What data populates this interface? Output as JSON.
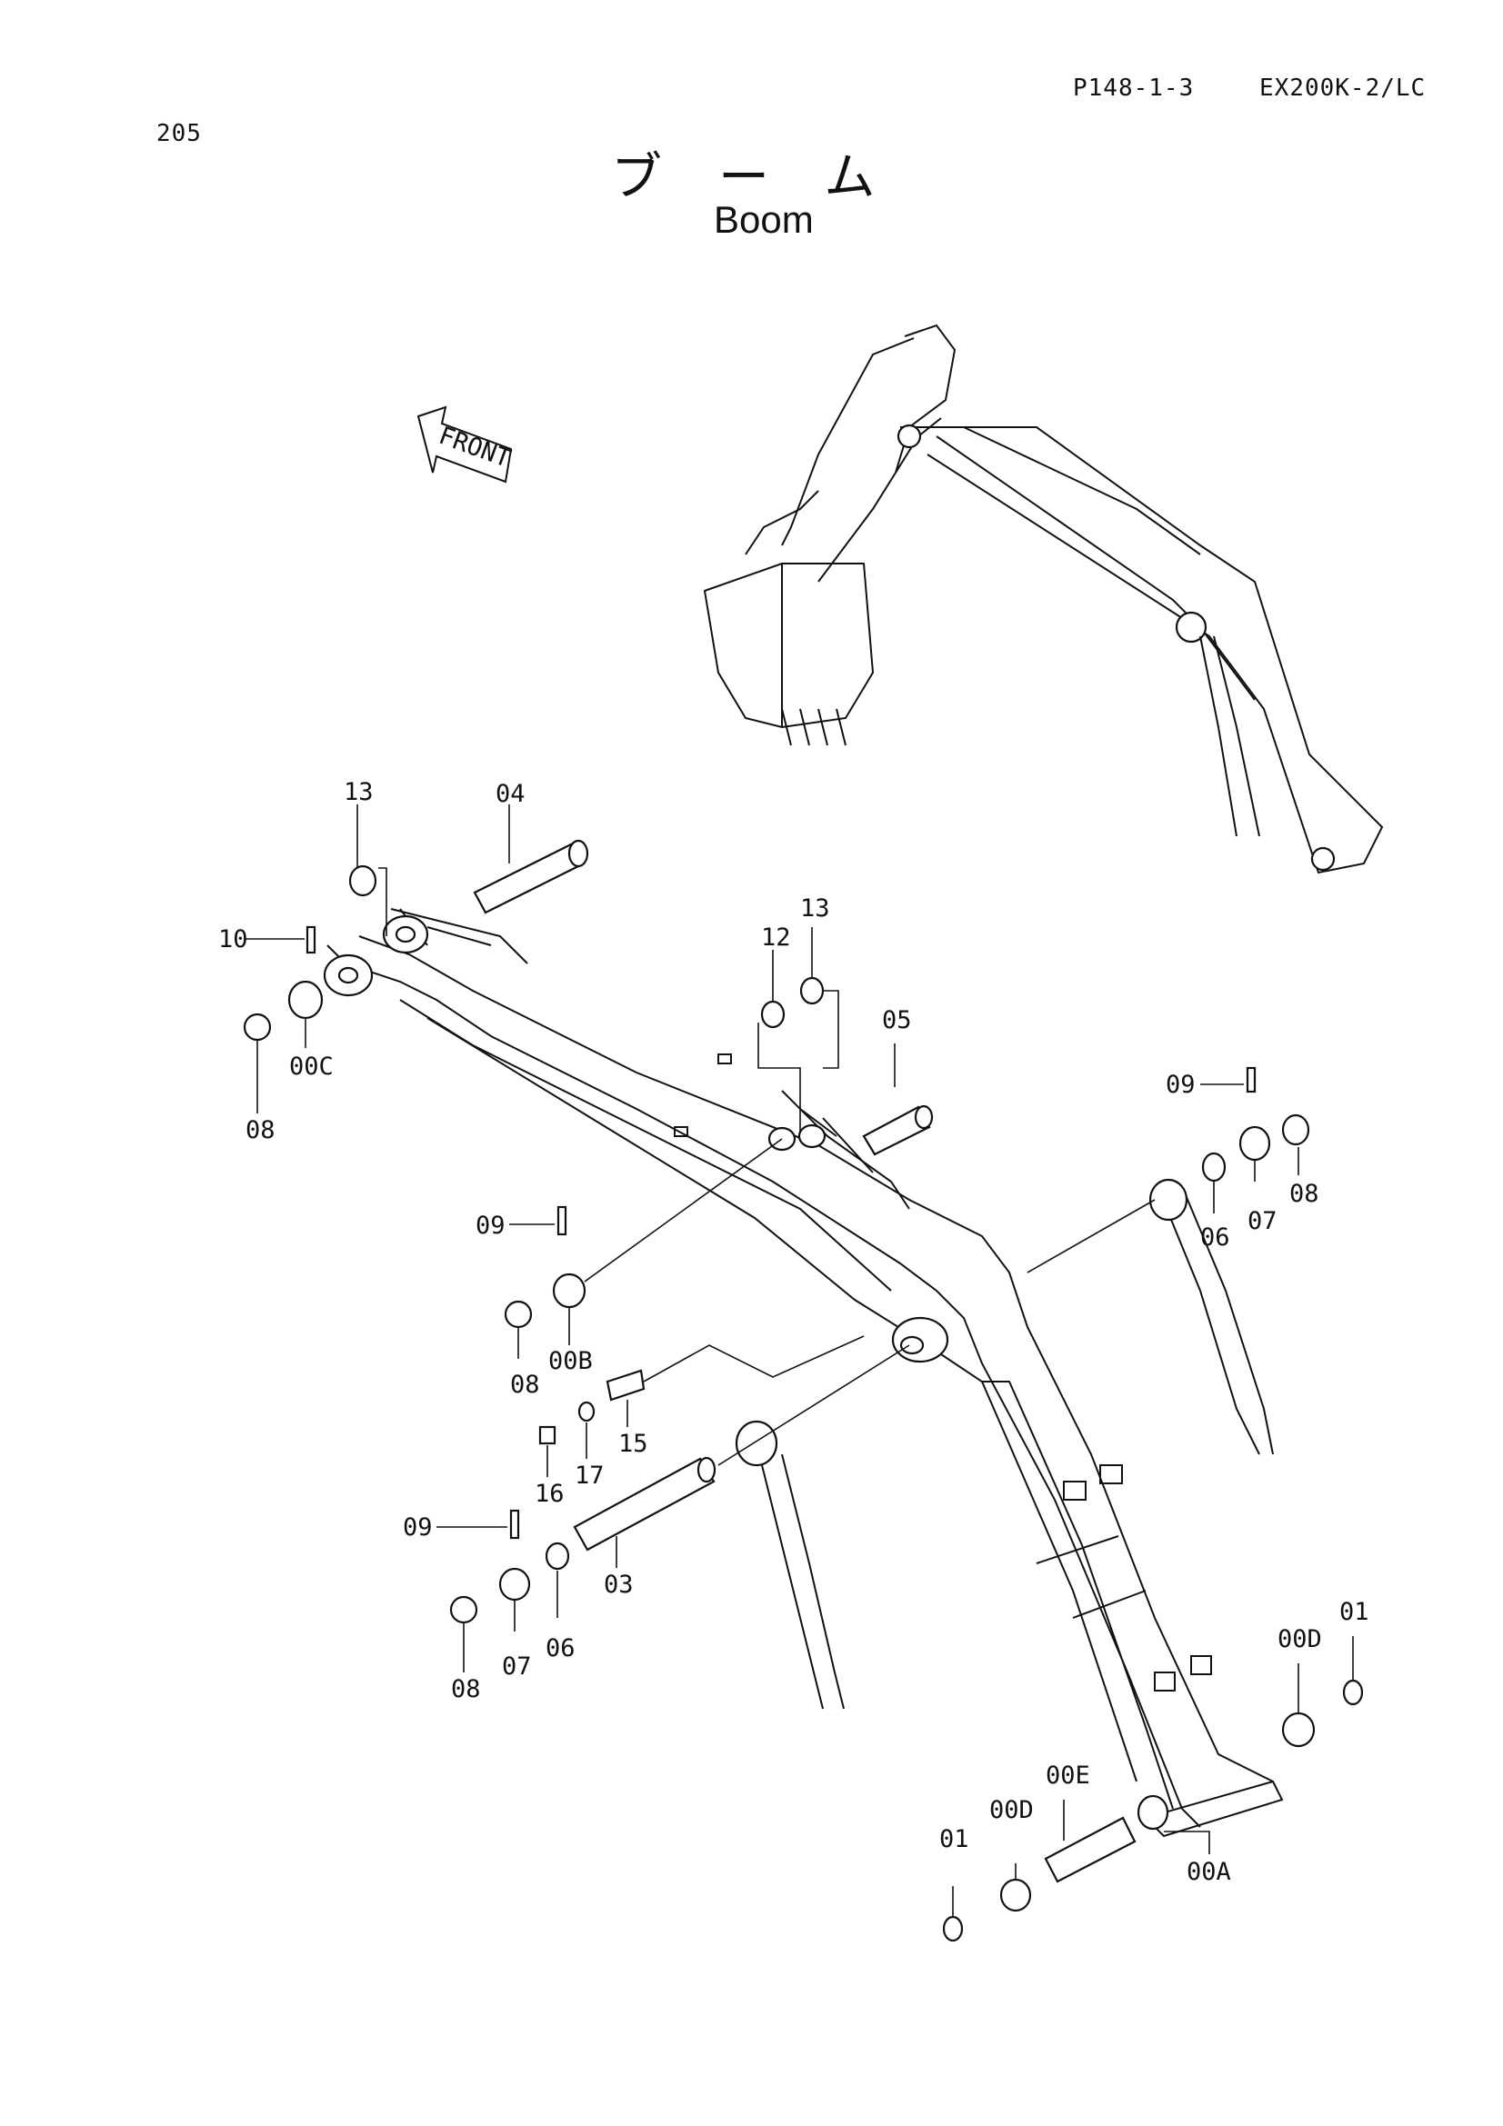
{
  "header": {
    "page_number": "205",
    "page_code": "P148-1-3",
    "model": "EX200K-2/LC"
  },
  "title": {
    "japanese": "ブーム",
    "english": "Boom"
  },
  "front_marker": "FRONT",
  "callouts": [
    {
      "id": "c13a",
      "text": "13"
    },
    {
      "id": "c04",
      "text": "04"
    },
    {
      "id": "c10",
      "text": "10"
    },
    {
      "id": "c00C",
      "text": "00C"
    },
    {
      "id": "c08a",
      "text": "08"
    },
    {
      "id": "c12",
      "text": "12"
    },
    {
      "id": "c13b",
      "text": "13"
    },
    {
      "id": "c05",
      "text": "05"
    },
    {
      "id": "c09a",
      "text": "09"
    },
    {
      "id": "c06a",
      "text": "06"
    },
    {
      "id": "c07a",
      "text": "07"
    },
    {
      "id": "c08b",
      "text": "08"
    },
    {
      "id": "c09b",
      "text": "09"
    },
    {
      "id": "c08c",
      "text": "08"
    },
    {
      "id": "c00B",
      "text": "00B"
    },
    {
      "id": "c15",
      "text": "15"
    },
    {
      "id": "c16",
      "text": "16"
    },
    {
      "id": "c17",
      "text": "17"
    },
    {
      "id": "c09c",
      "text": "09"
    },
    {
      "id": "c03",
      "text": "03"
    },
    {
      "id": "c06b",
      "text": "06"
    },
    {
      "id": "c07b",
      "text": "07"
    },
    {
      "id": "c08d",
      "text": "08"
    },
    {
      "id": "c00Da",
      "text": "00D"
    },
    {
      "id": "c01a",
      "text": "01"
    },
    {
      "id": "c00E",
      "text": "00E"
    },
    {
      "id": "c00Db",
      "text": "00D"
    },
    {
      "id": "c01b",
      "text": "01"
    },
    {
      "id": "c00A",
      "text": "00A"
    }
  ]
}
